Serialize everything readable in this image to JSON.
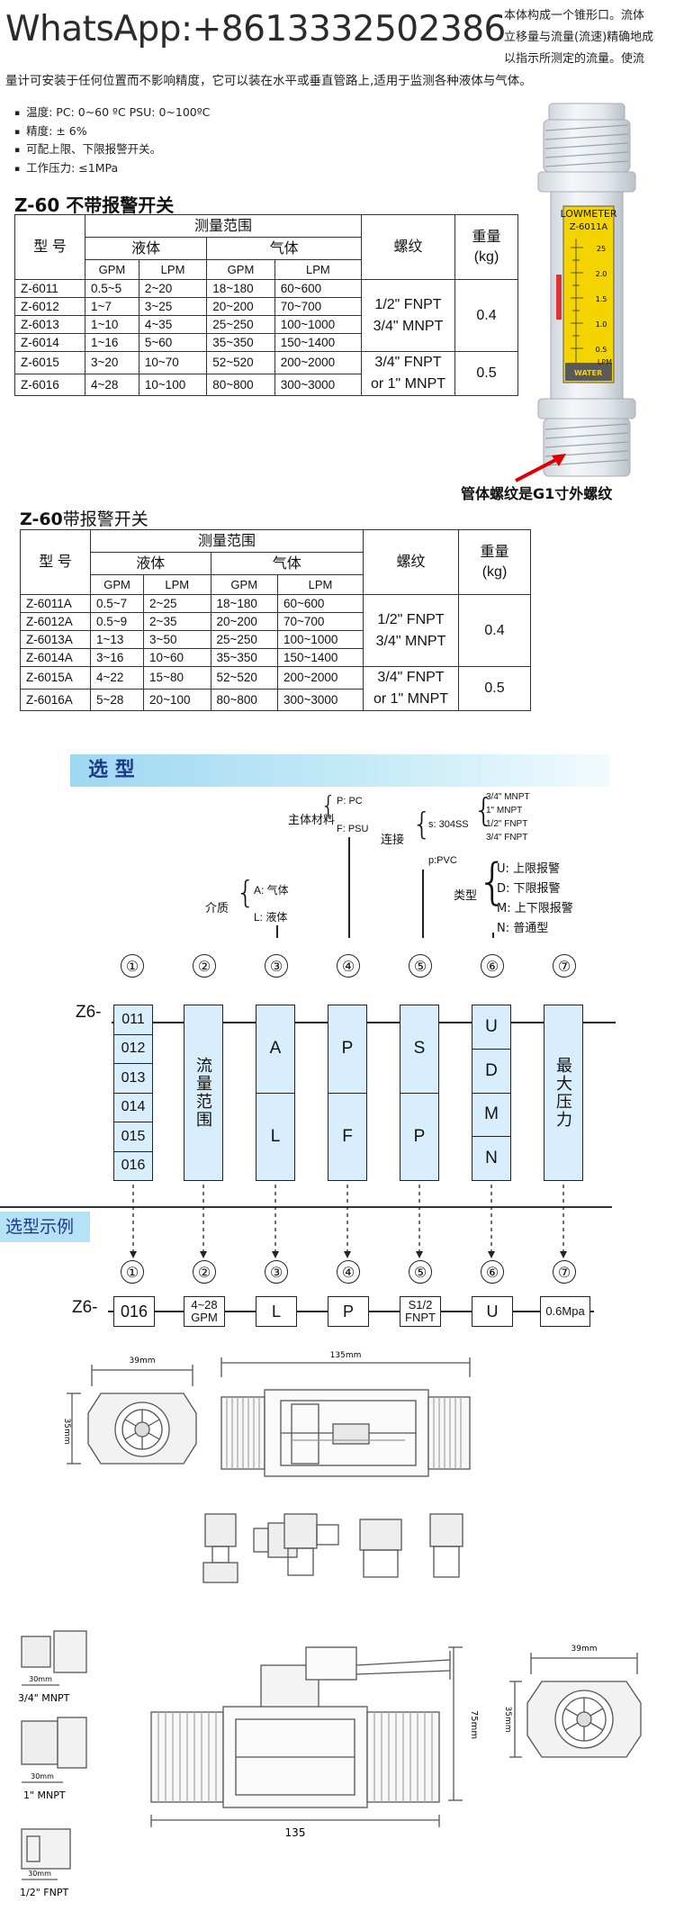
{
  "watermark": "WhatsApp:+8613332502386",
  "intro_right": [
    "本体构成一个锥形口。流体",
    "立移量与流量(流速)精确地成",
    "以指示所测定的流量。使流"
  ],
  "intro_line": "量计可安装于任何位置而不影响精度，它可以装在水平或垂直管路上,适用于监测各种液体与气体。",
  "specs": [
    "温度:   PC: 0~60 ºC       PSU: 0~100ºC",
    "精度:     ± 6%",
    "可配上限、下限报警开关。",
    "工作压力: ≤1MPa"
  ],
  "product_photo": {
    "gauge_title": "LOWMETER",
    "model": "Z-6011A",
    "scale": [
      "25",
      "2.0",
      "1.5",
      "1.0",
      "0.5"
    ],
    "unit_left": "WATER",
    "unit_right": "LPM",
    "caption": "管体螺纹是G1寸外螺纹",
    "caption_color": "#c81e1e"
  },
  "table1": {
    "title_bold": "Z-60",
    "title_rest": "不带报警开关",
    "h_model": "型 号",
    "h_range": "测量范围",
    "h_liquid": "液体",
    "h_gas": "气体",
    "h_thread": "螺纹",
    "h_weight": "重量\n(kg)",
    "units": [
      "GPM",
      "LPM",
      "GPM",
      "LPM"
    ],
    "rows": [
      [
        "Z-6011",
        "0.5~5",
        "2~20",
        "18~180",
        "60~600"
      ],
      [
        "Z-6012",
        "1~7",
        "3~25",
        "20~200",
        "70~700"
      ],
      [
        "Z-6013",
        "1~10",
        "4~35",
        "25~250",
        "100~1000"
      ],
      [
        "Z-6014",
        "1~16",
        "5~60",
        "35~350",
        "150~1400"
      ],
      [
        "Z-6015",
        "3~20",
        "10~70",
        "52~520",
        "200~2000"
      ],
      [
        "Z-6016",
        "4~28",
        "10~100",
        "80~800",
        "300~3000"
      ]
    ],
    "thread_a": "1/2\" FNPT\n3/4\" MNPT",
    "thread_b": "3/4\" FNPT\nor 1\" MNPT",
    "weight_a": "0.4",
    "weight_b": "0.5"
  },
  "table2": {
    "title_bold": "Z-60",
    "title_rest": "带报警开关",
    "h_model": "型 号",
    "h_range": "测量范围",
    "h_liquid": "液体",
    "h_gas": "气体",
    "h_thread": "螺纹",
    "h_weight": "重量\n(kg)",
    "units": [
      "GPM",
      "LPM",
      "GPM",
      "LPM"
    ],
    "rows": [
      [
        "Z-6011A",
        "0.5~7",
        "2~25",
        "18~180",
        "60~600"
      ],
      [
        "Z-6012A",
        "0.5~9",
        "2~35",
        "20~200",
        "70~700"
      ],
      [
        "Z-6013A",
        "1~13",
        "3~50",
        "25~250",
        "100~1000"
      ],
      [
        "Z-6014A",
        "3~16",
        "10~60",
        "35~350",
        "150~1400"
      ],
      [
        "Z-6015A",
        "4~22",
        "15~80",
        "52~520",
        "200~2000"
      ],
      [
        "Z-6016A",
        "5~28",
        "20~100",
        "80~800",
        "300~3000"
      ]
    ],
    "thread_a": "1/2\" FNPT\n3/4\" MNPT",
    "thread_b": "3/4\" FNPT\nor 1\" MNPT",
    "weight_a": "0.4",
    "weight_b": "0.5"
  },
  "selection": {
    "banner": "选 型",
    "prefix": "Z6-",
    "nums": [
      "①",
      "②",
      "③",
      "④",
      "⑤",
      "⑥",
      "⑦"
    ],
    "col1": [
      "011",
      "012",
      "013",
      "014",
      "015",
      "016"
    ],
    "col2": "流量范围",
    "col3": [
      "A",
      "L"
    ],
    "col4": [
      "P",
      "F"
    ],
    "col5": [
      "S",
      "P"
    ],
    "col6": [
      "U",
      "D",
      "M",
      "N"
    ],
    "col7": "最大压力",
    "material_label": "主体材料",
    "material_opts": [
      "P: PC",
      "F: PSU"
    ],
    "medium_label": "介质",
    "medium_opts": [
      "A: 气体",
      "L: 液体"
    ],
    "conn_label": "连接",
    "conn_opts": [
      "s: 304SS",
      "p:PVC"
    ],
    "conn_threads": [
      "3/4\" MNPT",
      "1\" MNPT",
      "1/2\" FNPT",
      "3/4\" FNPT"
    ],
    "type_label": "类型",
    "type_opts": [
      "U: 上限报警",
      "D: 下限报警",
      "M: 上下限报警",
      "N: 普通型"
    ]
  },
  "example": {
    "banner": "选型示例",
    "prefix": "Z6-",
    "nums": [
      "①",
      "②",
      "③",
      "④",
      "⑤",
      "⑥",
      "⑦"
    ],
    "values": [
      "016",
      "4~28\nGPM",
      "L",
      "P",
      "S1/2\nFNPT",
      "U",
      "0.6Mpa"
    ]
  },
  "drawings": {
    "d1_w": "39mm",
    "d1_h": "35mm",
    "d2_len": "135mm",
    "d3_labels": [
      "3/4\" MNPT",
      "1\" MNPT",
      "1/2\" FNPT"
    ],
    "d3_dim": "30mm",
    "d4_len": "135",
    "d4_h": "75mm",
    "d5_w": "39mm",
    "d5_h": "35mm"
  }
}
